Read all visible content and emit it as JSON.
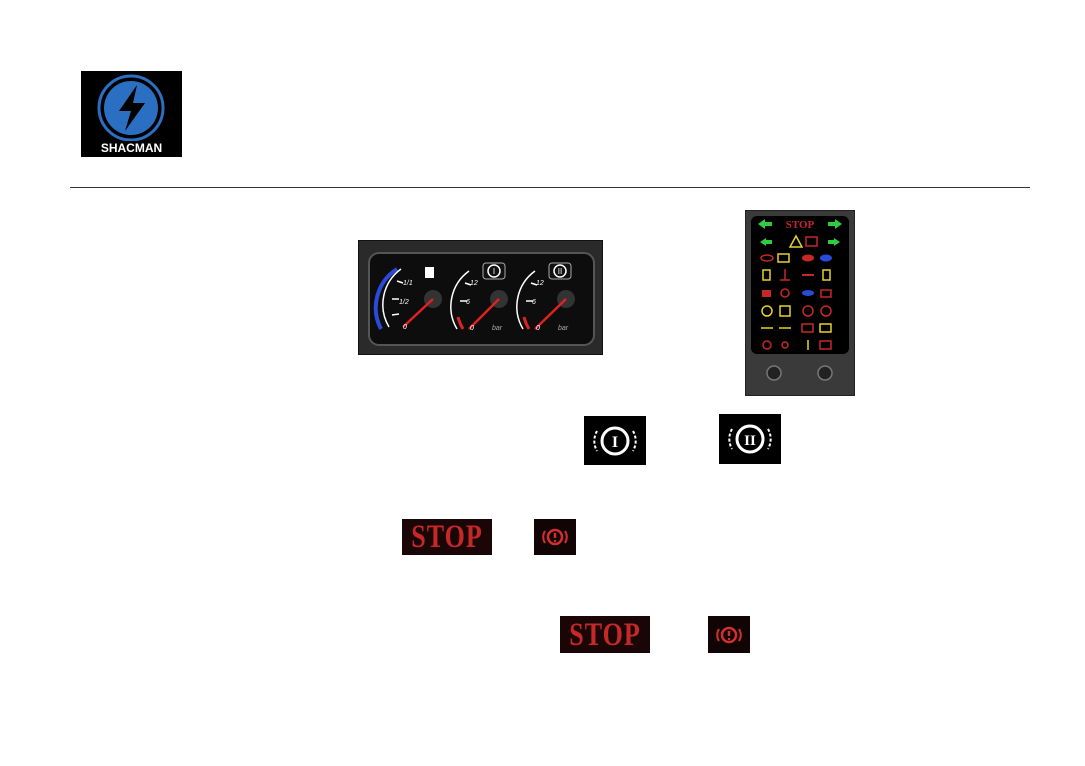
{
  "logo": {
    "brand": "SHACMAN"
  },
  "gauge_cluster": {
    "fuel": {
      "label_full": "1/1",
      "label_half": "1/2",
      "label_empty": "0",
      "level": 0.0
    },
    "air_pressure_1": {
      "badge": "I",
      "tick_max": "12",
      "tick_mid": "6",
      "tick_min": "0",
      "unit": "bar",
      "value": 0
    },
    "air_pressure_2": {
      "badge": "II",
      "tick_max": "12",
      "tick_mid": "6",
      "tick_min": "0",
      "unit": "bar",
      "value": 0
    }
  },
  "warning_panel": {
    "stop_label": "STOP"
  },
  "icons": {
    "brake_circuit_1": "I",
    "brake_circuit_2": "II",
    "stop_1": "STOP",
    "stop_2": "STOP"
  },
  "colors": {
    "stop_red": "#c62828",
    "arrow_green": "#2ecc40",
    "fuel_blue": "#2a4bd7",
    "logo_blue": "#2a6fc1"
  }
}
